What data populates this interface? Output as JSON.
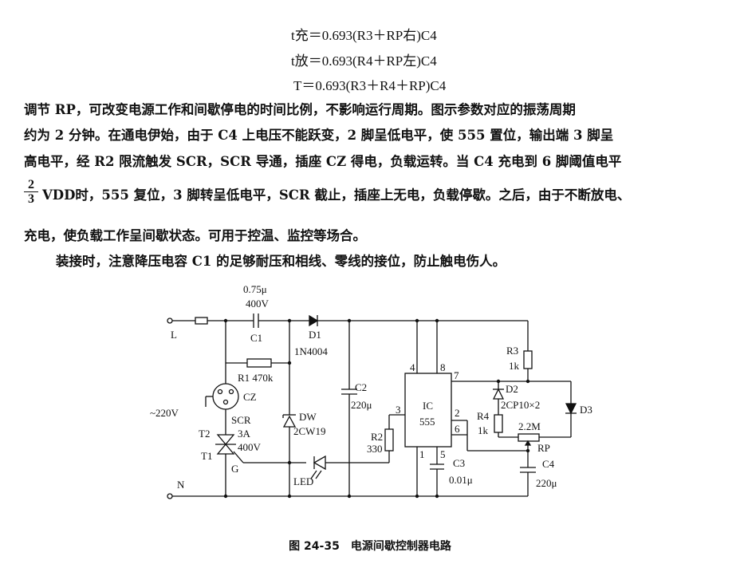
{
  "formulas": {
    "f1": "t充＝0.693(R3＋RP右)C4",
    "f2": "t放＝0.693(R4＋RP左)C4",
    "f3": "T＝0.693(R3＋R4＋RP)C4"
  },
  "paragraph": {
    "line1": "调节 RP，可改变电源工作和间歇停电的时间比例，不影响运行周期。图示参数对应的振荡周期",
    "line2": "约为 2 分钟。在通电伊始，由于 C4 上电压不能跃变，2 脚呈低电平，使 555 置位，输出端 3 脚呈",
    "line3": "高电平，经 R2 限流触发 SCR，SCR 导通，插座 CZ 得电，负载运转。当 C4 充电到 6 脚阈值电平",
    "frac_num": "2",
    "frac_den": "3",
    "line4": "VDD时，555 复位，3 脚转呈低电平，SCR 截止，插座上无电，负载停歇。之后，由于不断放电、",
    "line5": "充电，使负载工作呈间歇状态。可用于控温、监控等场合。",
    "line6": "装接时，注意降压电容 C1 的足够耐压和相线、零线的接位，防止触电伤人。"
  },
  "circuit": {
    "L": "L",
    "N": "N",
    "mains": "~220V",
    "C1_val": "0.75μ",
    "C1_volt": "400V",
    "C1": "C1",
    "D1": "D1",
    "D1_type": "1N4004",
    "R1": "R1 470k",
    "CZ": "CZ",
    "SCR": "SCR",
    "SCR_a": "3A",
    "SCR_v": "400V",
    "T2": "T2",
    "T1": "T1",
    "G": "G",
    "DW": "DW",
    "DW_type": "2CW19",
    "LED": "LED",
    "C2": "C2",
    "C2_val": "220μ",
    "R2": "R2",
    "R2_val": "330",
    "IC": "IC",
    "IC_num": "555",
    "pin4": "4",
    "pin8": "8",
    "pin7": "7",
    "pin3": "3",
    "pin2": "2",
    "pin6": "6",
    "pin1": "1",
    "pin5": "5",
    "C3": "C3",
    "C3_val": "0.01μ",
    "R3": "R3",
    "R3_val": "1k",
    "D2": "D2",
    "D2_type": "2CP10×2",
    "D3": "D3",
    "R4": "R4",
    "R4_val": "1k",
    "RP_val": "2.2M",
    "RP": "RP",
    "C4": "C4",
    "C4_val": "220μ"
  },
  "caption": "图 24-35　电源间歇控制器电路"
}
